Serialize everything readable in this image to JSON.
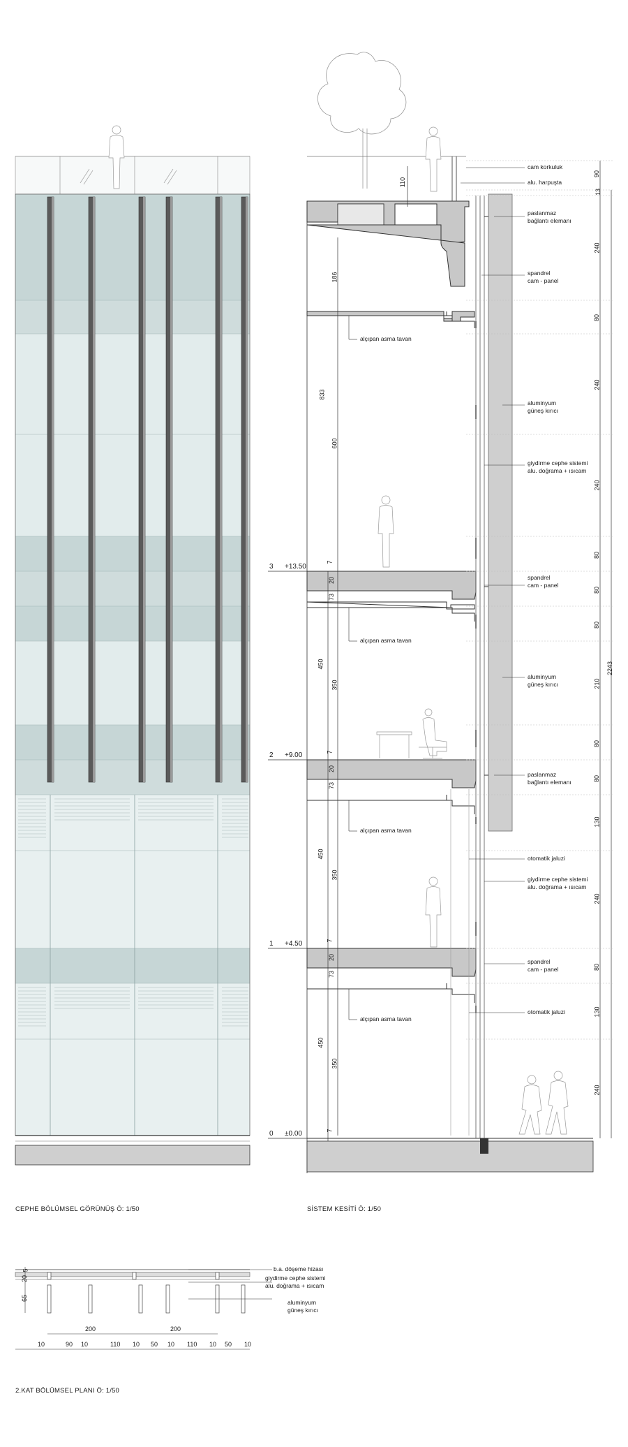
{
  "titles": {
    "elevation": "CEPHE BÖLÜMSEL GÖRÜNÜŞ  Ö: 1/50",
    "section": "SİSTEM KESİTİ   Ö: 1/50",
    "plan": "2.KAT BÖLÜMSEL PLANI  Ö: 1/50"
  },
  "levels": [
    {
      "num": "3",
      "elev": "+13.50"
    },
    {
      "num": "2",
      "elev": "+9.00"
    },
    {
      "num": "1",
      "elev": "+4.50"
    },
    {
      "num": "0",
      "elev": "±0.00"
    }
  ],
  "labels": {
    "cam_korkuluk": "cam korkuluk",
    "alu_harpusta": "alu. harpuşta",
    "paslanmaz_1": "paslanmaz",
    "baglanti_1": "bağlantı elemanı",
    "spandrel_1": "spandrel",
    "cam_panel_1": "cam - panel",
    "alcipan_1": "alçıpan asma tavan",
    "aluminyum_1": "aluminyum",
    "gunes_1": "güneş kırıcı",
    "giydirme_1": "giydirme cephe sistemi",
    "dograma_1": "alu. doğrama + ısıcam",
    "spandrel_2": "spandrel",
    "cam_panel_2": "cam - panel",
    "alcipan_2": "alçıpan asma tavan",
    "aluminyum_2": "aluminyum",
    "gunes_2": "güneş kırıcı",
    "paslanmaz_2": "paslanmaz",
    "baglanti_2": "bağlantı elemanı",
    "alcipan_3": "alçıpan asma tavan",
    "otomatik_1": "otomatik jaluzi",
    "giydirme_2": "giydirme cephe sistemi",
    "dograma_2": "alu. doğrama + ısıcam",
    "spandrel_3": "spandrel",
    "cam_panel_3": "cam - panel",
    "alcipan_4": "alçıpan asma tavan",
    "otomatik_2": "otomatik jaluzi"
  },
  "plan_labels": {
    "doseme": "b.a. döşeme hizası",
    "giydirme": "giydirme cephe sistemi",
    "dograma": "alu. doğrama + ısıcam",
    "aluminyum": "aluminyum",
    "gunes": "güneş kırıcı"
  },
  "right_dims": [
    "90",
    "13",
    "240",
    "80",
    "240",
    "240",
    "80",
    "80",
    "80",
    "210",
    "80",
    "80",
    "130",
    "240",
    "80",
    "130",
    "240"
  ],
  "total_dim": "2243",
  "inner_dims": {
    "d110": "110",
    "d186": "186",
    "d833": "833",
    "d600": "600",
    "d7a": "7",
    "d20a": "20",
    "d73a": "73",
    "d450a": "450",
    "d350a": "350",
    "d7b": "7",
    "d20b": "20",
    "d73b": "73",
    "d450b": "450",
    "d350b": "350",
    "d7c": "7",
    "d20c": "20",
    "d73c": "73",
    "d450c": "450",
    "d350c": "350",
    "d7d": "7"
  },
  "plan_dims": {
    "left": [
      "5",
      "20",
      "65"
    ],
    "top": [
      "200",
      "200"
    ],
    "bottom": [
      "10",
      "90",
      "10",
      "110",
      "10",
      "50",
      "10",
      "110",
      "10",
      "50",
      "10"
    ]
  }
}
